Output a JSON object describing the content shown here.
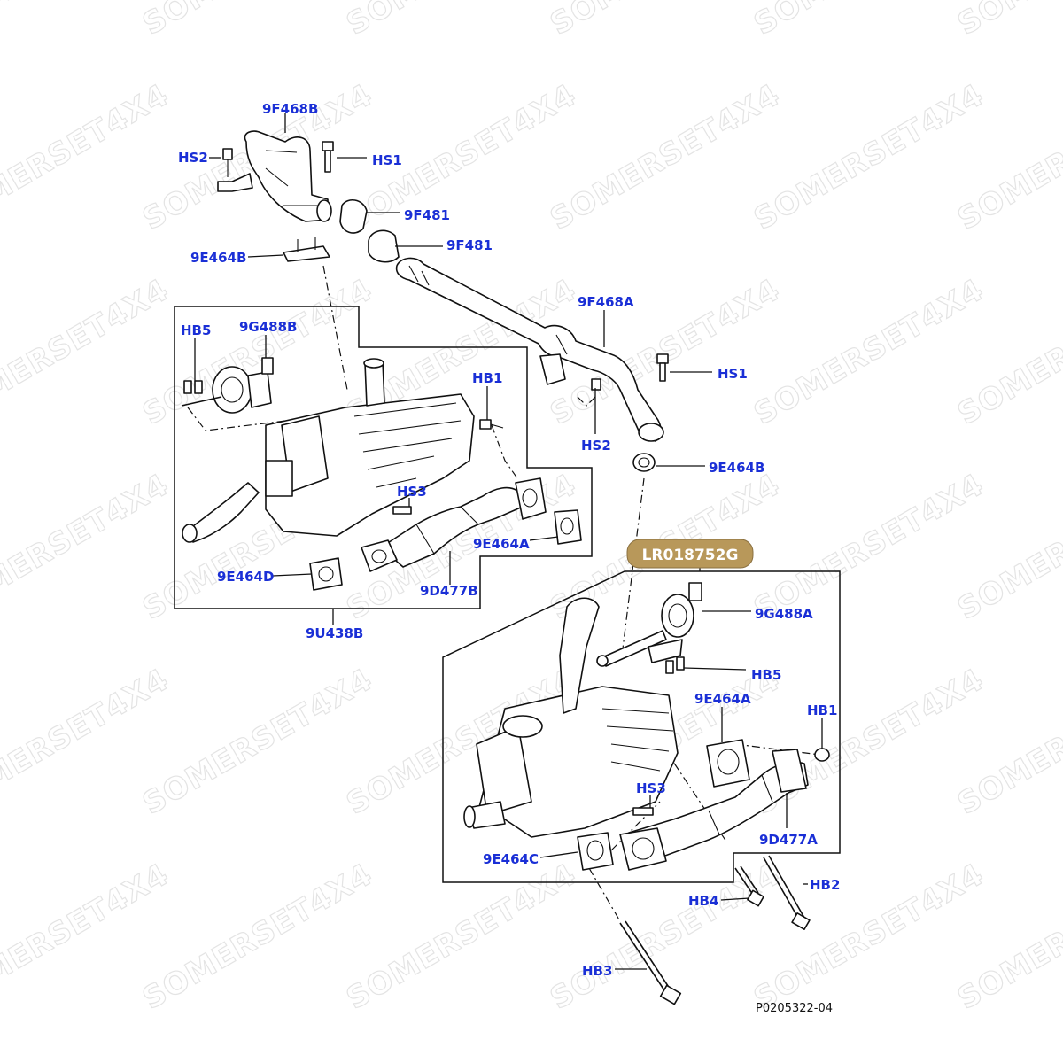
{
  "watermark": "SOMERSET4X4",
  "part_number_badge": "LR018752G",
  "diagram_ref": "P0205322-04",
  "badge_color": "#b8985a",
  "label_color": "#1a2fd6",
  "labels": {
    "9F468B": "9F468B",
    "HS2_top": "HS2",
    "HS1_top": "HS1",
    "9F481_a": "9F481",
    "9F481_b": "9F481",
    "9E464B_top": "9E464B",
    "9F468A": "9F468A",
    "HS1_mid": "HS1",
    "HS2_mid": "HS2",
    "9E464B_mid": "9E464B",
    "HB5_left": "HB5",
    "9G488B": "9G488B",
    "HB1_left": "HB1",
    "HS3_left": "HS3",
    "9E464A_left": "9E464A",
    "9E464D": "9E464D",
    "9D477B": "9D477B",
    "9U438B": "9U438B",
    "9G488A": "9G488A",
    "HB5_right": "HB5",
    "9E464A_right": "9E464A",
    "HB1_right": "HB1",
    "HS3_right": "HS3",
    "9D477A": "9D477A",
    "9E464C": "9E464C",
    "HB2": "HB2",
    "HB4": "HB4",
    "HB3": "HB3"
  }
}
